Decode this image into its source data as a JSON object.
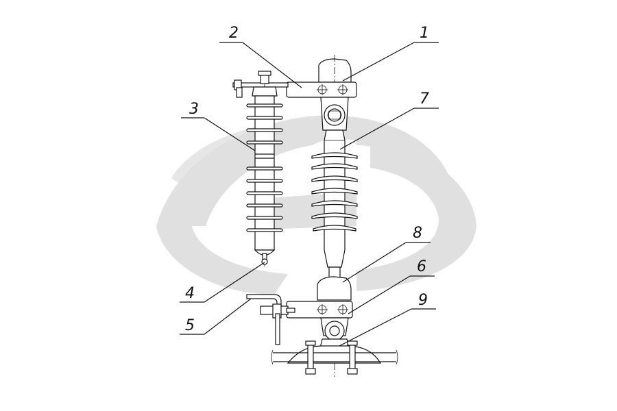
{
  "diagram": {
    "callouts": [
      {
        "id": "c1",
        "text": "1"
      },
      {
        "id": "c2",
        "text": "2"
      },
      {
        "id": "c3",
        "text": "3"
      },
      {
        "id": "c4",
        "text": "4"
      },
      {
        "id": "c5",
        "text": "5"
      },
      {
        "id": "c6",
        "text": "6"
      },
      {
        "id": "c7",
        "text": "7"
      },
      {
        "id": "c8",
        "text": "8"
      },
      {
        "id": "c9",
        "text": "9"
      }
    ],
    "watermark_color": "#e0e0e0",
    "line_color": "#111111"
  }
}
